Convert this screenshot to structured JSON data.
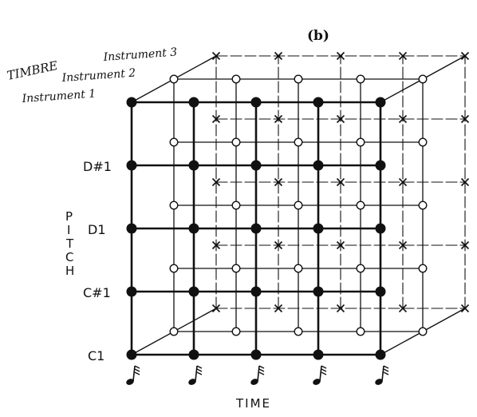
{
  "figure": {
    "panel_label": "(b)",
    "timbre_label": "TIMBRE",
    "instrument_labels": [
      "Instrument 1",
      "Instrument 2",
      "Instrument 3"
    ],
    "pitch_axis_label": [
      "P",
      "I",
      "T",
      "C",
      "H"
    ],
    "pitch_labels": [
      "C1",
      "C#1",
      "D1",
      "D#1"
    ],
    "time_label": "TIME",
    "time_steps": 5,
    "pitch_levels": 5,
    "timbre_layers": 3,
    "markers": [
      {
        "instrument": "Instrument 1",
        "marker": "filled-circle"
      },
      {
        "instrument": "Instrument 2",
        "marker": "open-circle"
      },
      {
        "instrument": "Instrument 3",
        "marker": "cross"
      }
    ],
    "colors": {
      "ink": "#111111",
      "paper": "#ffffff"
    }
  }
}
